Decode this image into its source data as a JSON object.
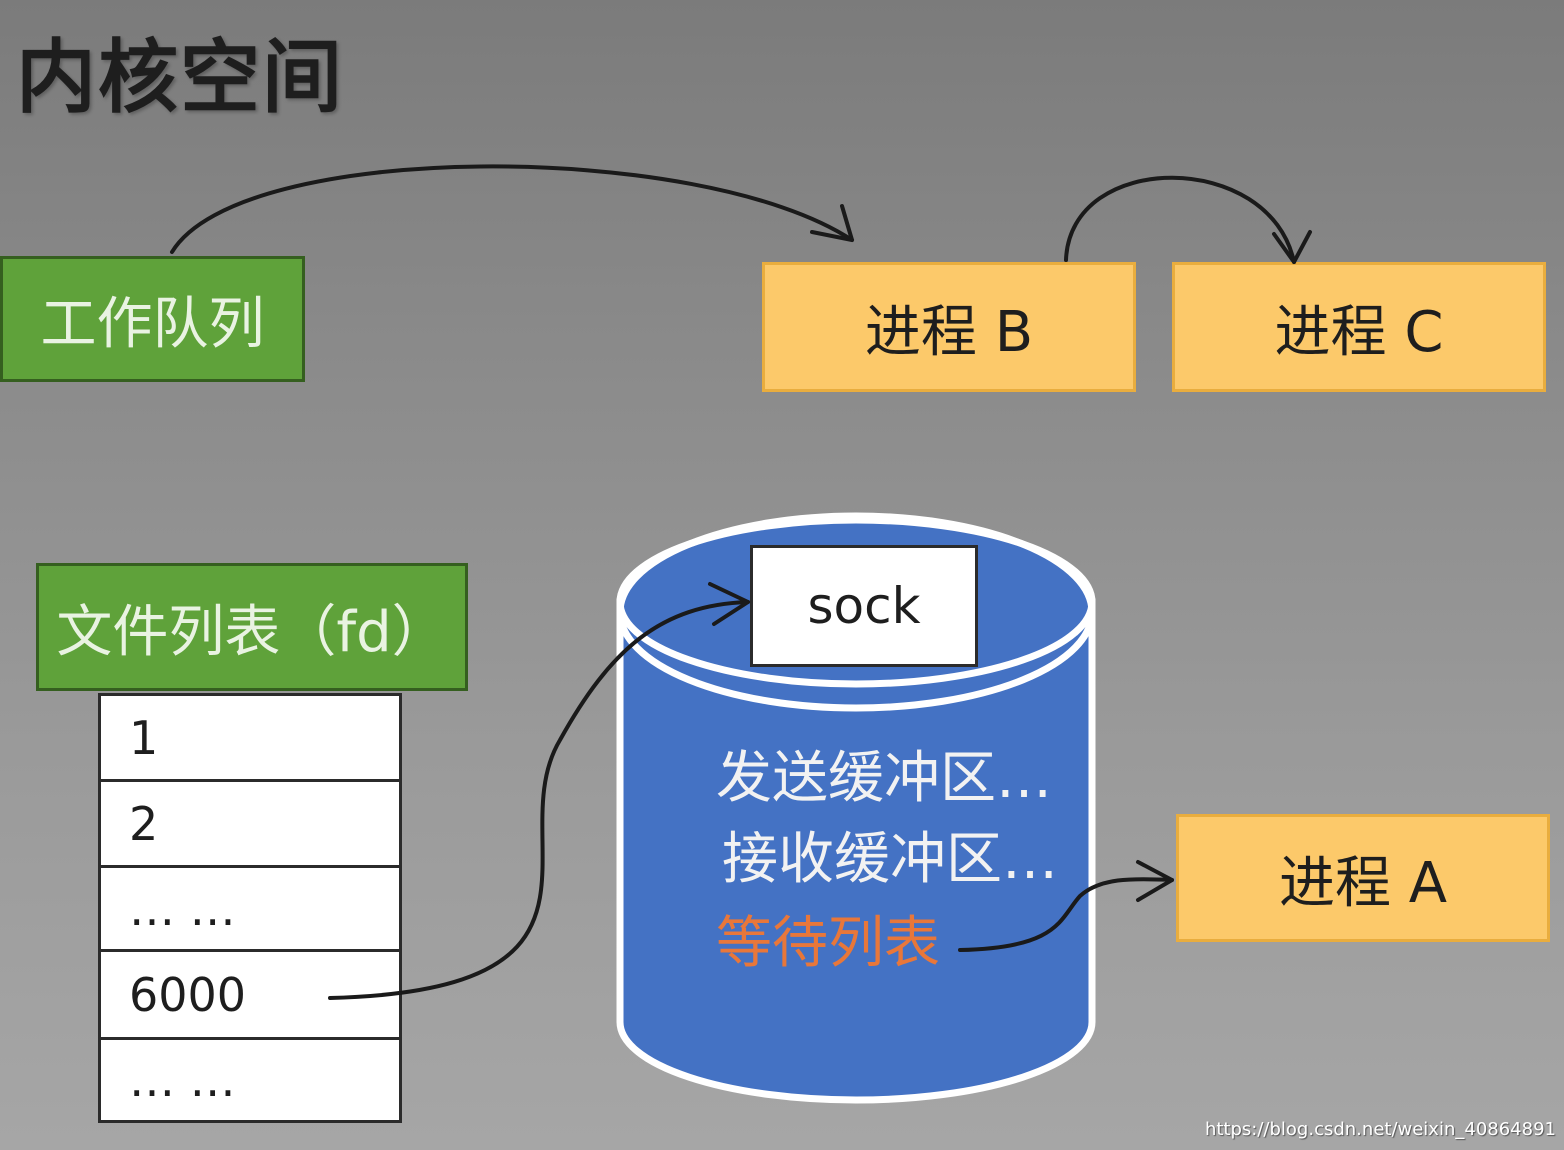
{
  "title": "内核空间",
  "work_queue": {
    "label": "工作队列"
  },
  "processes": {
    "b": "进程 B",
    "c": "进程 C",
    "a": "进程 A"
  },
  "file_list": {
    "header": "文件列表（fd）",
    "rows": [
      "1",
      "2",
      "… …",
      "6000",
      "… …"
    ]
  },
  "socket": {
    "label": "sock",
    "send_buffer": "发送缓冲区…",
    "recv_buffer": "接收缓冲区…",
    "wait_list": "等待列表"
  },
  "colors": {
    "green_box": "#5fa23a",
    "orange_box": "#fcc96a",
    "cylinder": "#4472c4",
    "wait_list_text": "#e8773a"
  },
  "watermark": "https://blog.csdn.net/weixin_40864891"
}
